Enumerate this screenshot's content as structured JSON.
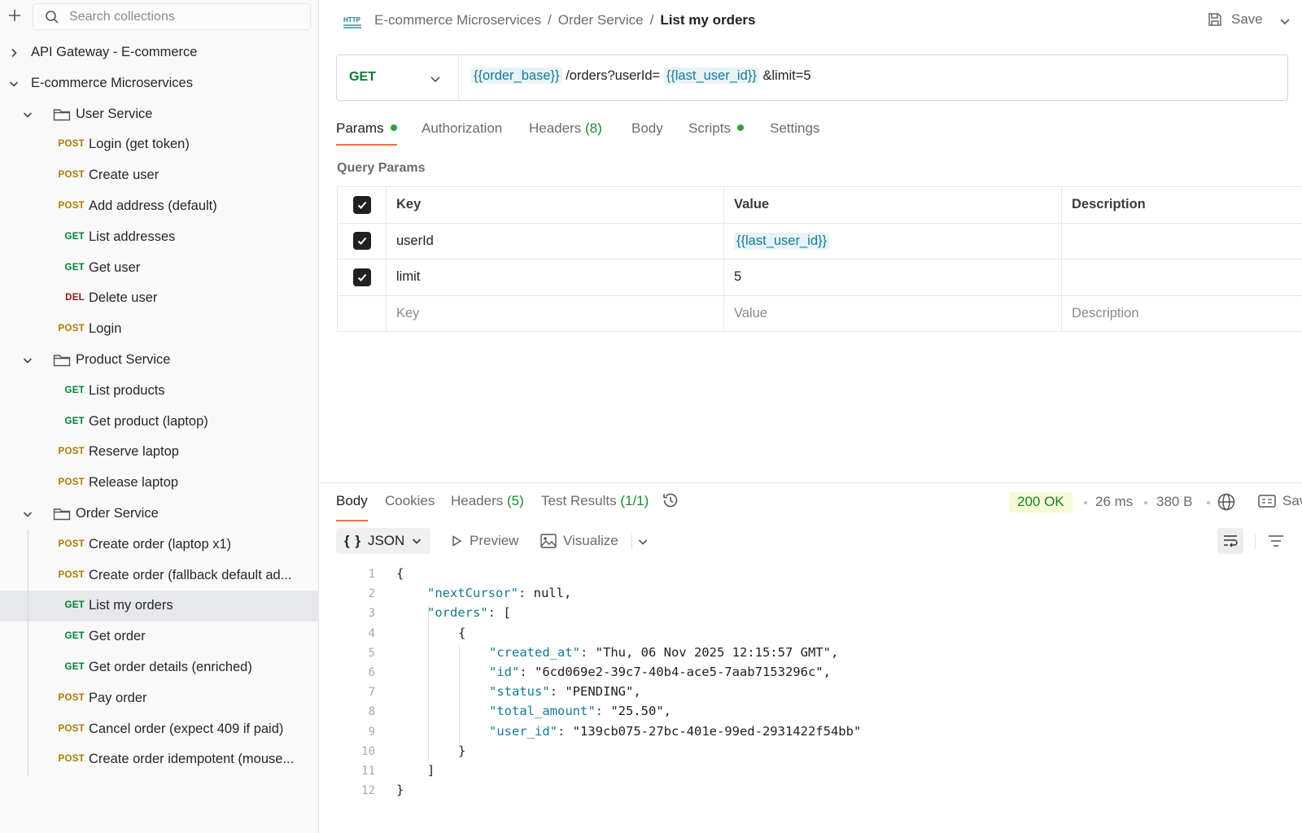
{
  "sidebar": {
    "search_placeholder": "Search collections",
    "tree": [
      {
        "type": "collection",
        "label": "API Gateway - E-commerce",
        "expanded": false
      },
      {
        "type": "collection",
        "label": "E-commerce Microservices",
        "expanded": true
      },
      {
        "type": "folder",
        "label": "User Service"
      },
      {
        "type": "request",
        "method": "POST",
        "label": "Login (get token)"
      },
      {
        "type": "request",
        "method": "POST",
        "label": "Create user"
      },
      {
        "type": "request",
        "method": "POST",
        "label": "Add address (default)"
      },
      {
        "type": "request",
        "method": "GET",
        "label": "List addresses"
      },
      {
        "type": "request",
        "method": "GET",
        "label": "Get user"
      },
      {
        "type": "request",
        "method": "DEL",
        "label": "Delete user"
      },
      {
        "type": "request",
        "method": "POST",
        "label": "Login"
      },
      {
        "type": "folder",
        "label": "Product Service"
      },
      {
        "type": "request",
        "method": "GET",
        "label": "List products"
      },
      {
        "type": "request",
        "method": "GET",
        "label": "Get product (laptop)"
      },
      {
        "type": "request",
        "method": "POST",
        "label": "Reserve laptop"
      },
      {
        "type": "request",
        "method": "POST",
        "label": "Release laptop"
      },
      {
        "type": "folder",
        "label": "Order Service"
      },
      {
        "type": "request",
        "method": "POST",
        "label": "Create order (laptop x1)"
      },
      {
        "type": "request",
        "method": "POST",
        "label": "Create order (fallback default ad..."
      },
      {
        "type": "request",
        "method": "GET",
        "label": "List my orders",
        "active": true
      },
      {
        "type": "request",
        "method": "GET",
        "label": "Get order"
      },
      {
        "type": "request",
        "method": "GET",
        "label": "Get order details (enriched)"
      },
      {
        "type": "request",
        "method": "POST",
        "label": "Pay order"
      },
      {
        "type": "request",
        "method": "POST",
        "label": "Cancel order (expect 409 if paid)"
      },
      {
        "type": "request",
        "method": "POST",
        "label": "Create order idempotent (mouse..."
      }
    ]
  },
  "header": {
    "crumbs": [
      "E-commerce Microservices",
      "Order Service"
    ],
    "current": "List my orders",
    "save_label": "Save"
  },
  "request": {
    "method": "GET",
    "url": {
      "var1": "{{order_base}}",
      "path": "/orders?userId=",
      "var2": "{{last_user_id}}",
      "rest": "&limit=5"
    },
    "tabs": [
      {
        "label": "Params",
        "dot": true
      },
      {
        "label": "Authorization"
      },
      {
        "label": "Headers",
        "count": "(8)"
      },
      {
        "label": "Body"
      },
      {
        "label": "Scripts",
        "dot": true
      },
      {
        "label": "Settings"
      }
    ],
    "query_params": {
      "title": "Query Params",
      "headers": [
        "Key",
        "Value",
        "Description"
      ],
      "rows": [
        {
          "key": "userId",
          "value": "{{last_user_id}}",
          "description": ""
        },
        {
          "key": "limit",
          "value": "5",
          "description": ""
        }
      ],
      "placeholders": [
        "Key",
        "Value",
        "Description"
      ]
    }
  },
  "response": {
    "tabs": [
      {
        "label": "Body"
      },
      {
        "label": "Cookies"
      },
      {
        "label": "Headers",
        "count": "(5)"
      },
      {
        "label": "Test Results",
        "count": "(1/1)"
      }
    ],
    "status": "200 OK",
    "time": "26 ms",
    "size": "380 B",
    "save_label": "Sav",
    "format": "JSON",
    "preview_label": "Preview",
    "visualize_label": "Visualize",
    "body_lines": [
      "{",
      "\"nextCursor\": null,",
      "\"orders\": [",
      "{",
      "\"created_at\": \"Thu, 06 Nov 2025 12:15:57 GMT\",",
      "\"id\": \"6cd069e2-39c7-40b4-ace5-7aab7153296c\",",
      "\"status\": \"PENDING\",",
      "\"total_amount\": \"25.50\",",
      "\"user_id\": \"139cb075-27bc-401e-99ed-2931422f54bb\"",
      "}",
      "]",
      "}"
    ]
  },
  "colors": {
    "accent": "#ff6c37",
    "post": "#ad7a03",
    "get": "#007f31",
    "del": "#8e1a10",
    "status_ok": "#1a7f2a",
    "json_key": "#147a94",
    "json_string": "#7a9f12"
  }
}
